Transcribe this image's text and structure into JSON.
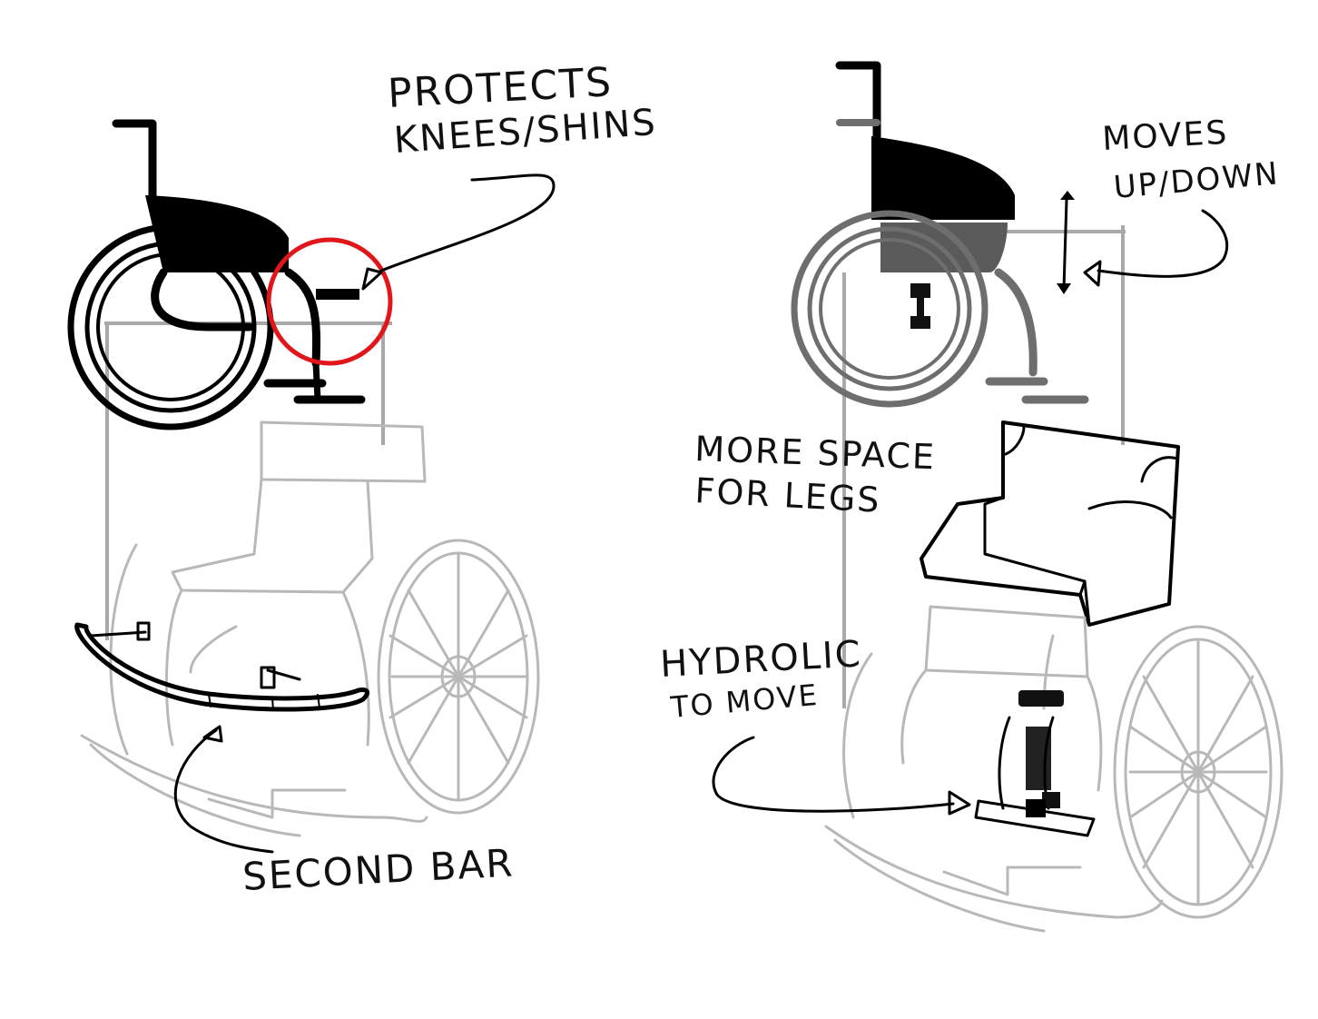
{
  "left_concept": {
    "annotations": {
      "protects_line1": "PROTECTS",
      "protects_line2": "KNEES/SHINS",
      "second_bar": "SECOND BAR"
    },
    "highlight_color": "#e0161b"
  },
  "right_concept": {
    "annotations": {
      "moves_line1": "MOVES",
      "moves_line2": "UP/DOWN",
      "space_line1": "MORE SPACE",
      "space_line2": "FOR LEGS",
      "hydrolic_line1": "HYDROLIC",
      "hydrolic_line2": "TO MOVE"
    }
  },
  "colors": {
    "ink": "#000000",
    "ghost": "#b8b8b8",
    "guide": "#a9a9a9",
    "highlight": "#e0161b"
  }
}
